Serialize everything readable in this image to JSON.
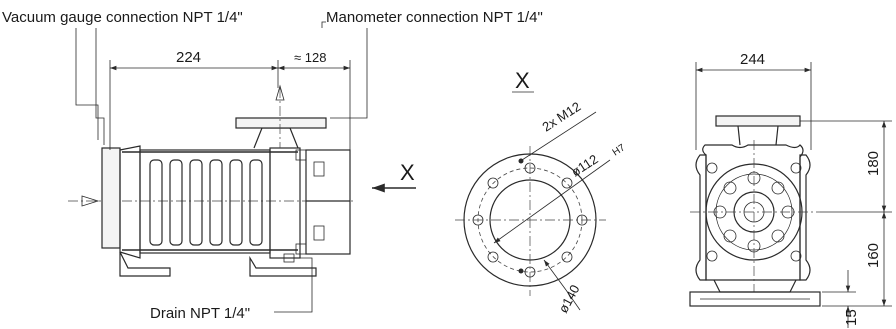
{
  "callouts": {
    "vacuum_gauge": "Vacuum gauge connection NPT 1/4\"",
    "manometer": "Manometer connection NPT 1/4\"",
    "drain": "Drain NPT 1/4\""
  },
  "side_view": {
    "dim_length": "224",
    "dim_offset": "≈ 128",
    "view_arrow_label": "X"
  },
  "flange_view": {
    "title": "X",
    "bolts": "2x M12",
    "bore": "ø112",
    "bore_tolerance": "H7",
    "pitch_circle": "ø140"
  },
  "end_view": {
    "dim_width": "244",
    "dim_upper_height": "180",
    "dim_lower_height": "160",
    "dim_foot": "15"
  }
}
